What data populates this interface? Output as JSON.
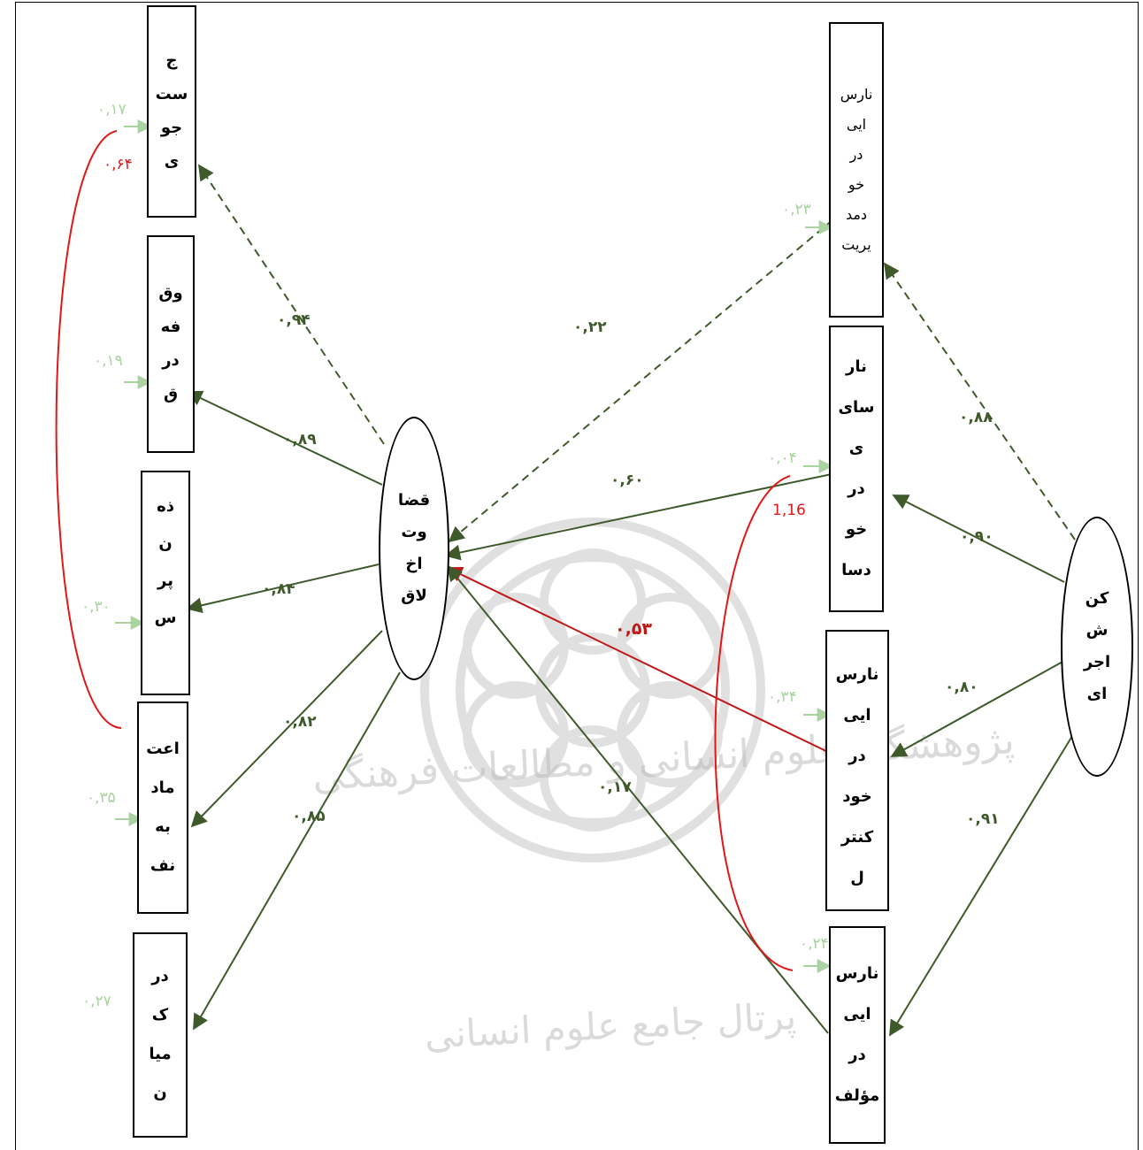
{
  "watermark": {
    "line1": "پژوهشگاه علوم انسانی و مطالعات فرهنگی",
    "line2": "پرتال جامع علوم انسانی"
  },
  "latent": {
    "moral_judgment": [
      "قضا",
      "وت",
      "اخ",
      "لاق"
    ],
    "executive_function": [
      "کن",
      "ش",
      "اجر",
      "ای"
    ]
  },
  "left_boxes": {
    "search": [
      "ج",
      "ست",
      "جو",
      "ی"
    ],
    "pause": [
      "وق",
      "فه",
      "در",
      "ق"
    ],
    "open_mind": [
      "ذه",
      "ن",
      "پر",
      "س"
    ],
    "self_confidence": [
      "اعت",
      "ماد",
      "به",
      "نف"
    ],
    "understanding": [
      "در",
      "ک",
      "میا",
      "ن"
    ]
  },
  "right_boxes": {
    "self_management": [
      "نارس",
      "ایی",
      "در",
      "خو",
      "دمد",
      "یریت"
    ],
    "self_awareness": [
      "نار",
      "سای",
      "ی",
      "در",
      "خو",
      "دسا"
    ],
    "self_control": [
      "نارس",
      "ایی",
      "در",
      "خود",
      "کنتر",
      "ل"
    ],
    "component": [
      "نارس",
      "ایی",
      "در",
      "مؤلف"
    ]
  },
  "path_labels": {
    "search": "۰,۹۴",
    "pause": "۰,۸۹",
    "open_mind": "۰,۸۴",
    "self_confidence": "۰,۸۲",
    "understanding": "۰,۸۵",
    "self_management_to_moral": "۰,۲۲",
    "self_awareness_to_moral": "۰,۶۰",
    "self_control_to_moral": "۰,۵۳",
    "component_to_moral": "۰,۱۷",
    "exec_to_self_management": "۰,۸۸",
    "exec_to_self_awareness": "۰,۹۰",
    "exec_to_self_control": "۰,۸۰",
    "exec_to_component": "۰,۹۱"
  },
  "error_labels": {
    "search": "۰,۱۷",
    "pause": "۰,۱۹",
    "open_mind": "۰,۳۰",
    "self_confidence": "۰,۳۵",
    "understanding": "۰,۲۷",
    "self_management": "۰,۲۳",
    "self_awareness": "۰,۰۴",
    "self_control": "۰,۳۴",
    "component": "۰,۲۴"
  },
  "covariance_labels": {
    "left": "۰,۶۴",
    "right": "1,16"
  },
  "colors": {
    "path": "#3f5a2a",
    "negative_path": "#c01818",
    "covariance": "#e01818",
    "error": "#a9d3a0"
  }
}
